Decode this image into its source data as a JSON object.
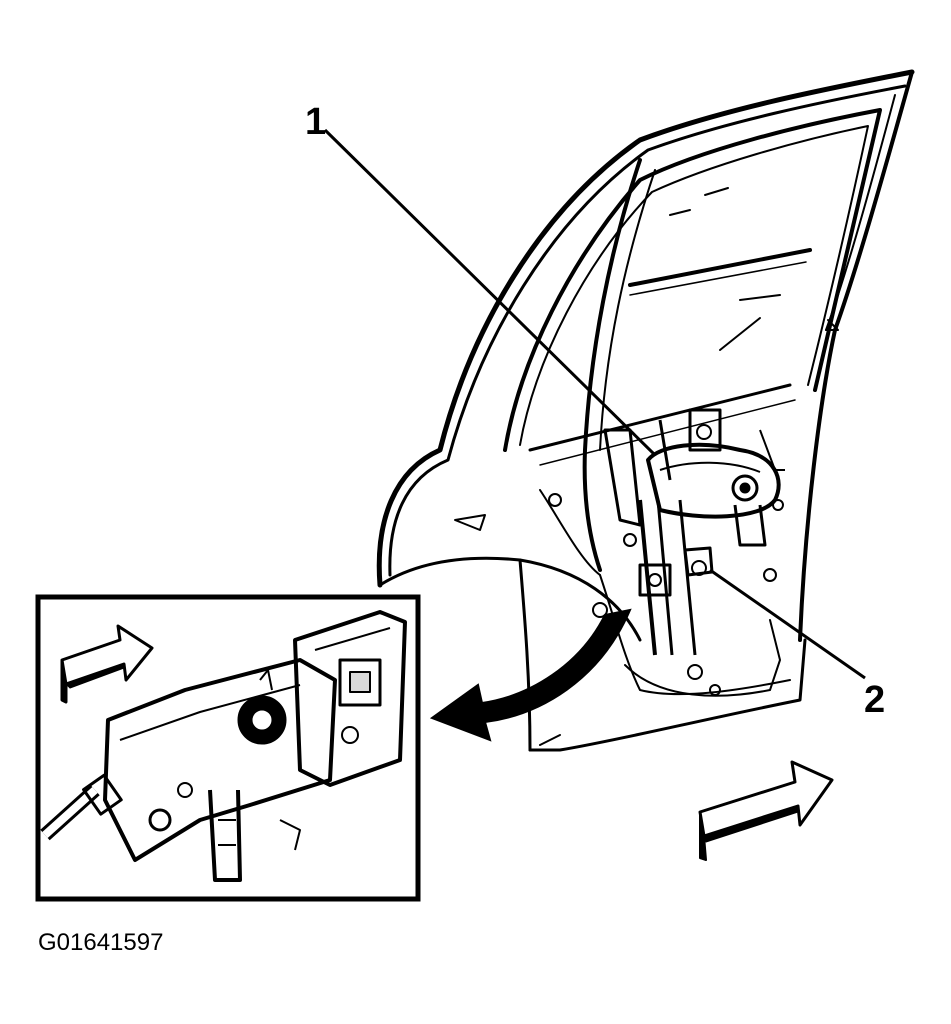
{
  "callouts": {
    "one": "1",
    "two": "2"
  },
  "figure_id": "G01641597",
  "colors": {
    "ink": "#000000",
    "paper": "#ffffff"
  }
}
